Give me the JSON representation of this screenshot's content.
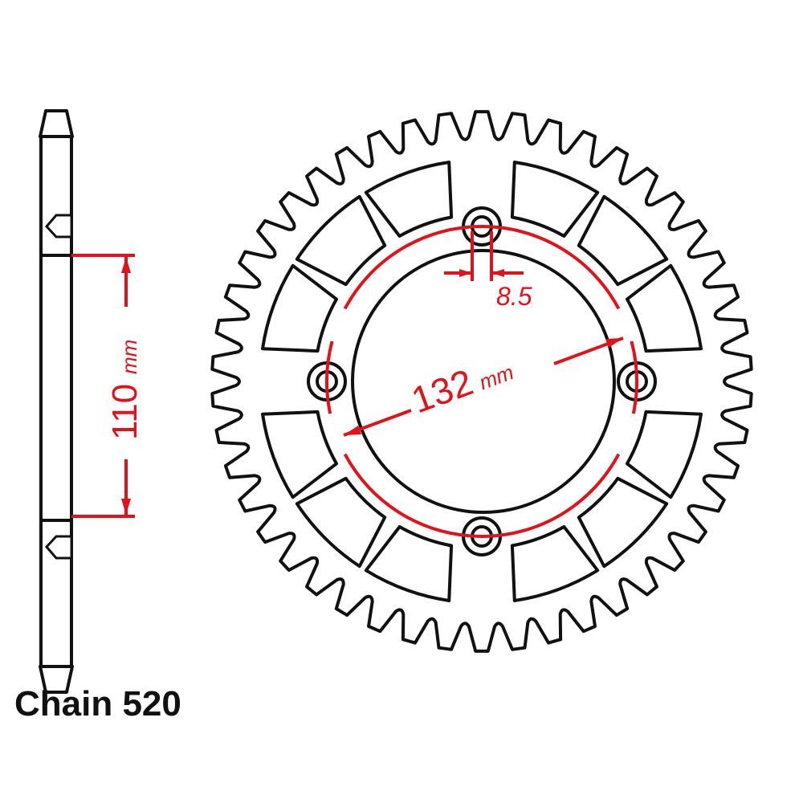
{
  "diagram": {
    "caption": "Chain 520",
    "dim_bore": {
      "value": "110",
      "unit": "mm"
    },
    "dim_pcd": {
      "value": "132",
      "unit": "mm"
    },
    "dim_bolt_hole": {
      "value": "8.5"
    },
    "colors": {
      "outline": "#111111",
      "dimension": "#e0121b"
    }
  }
}
